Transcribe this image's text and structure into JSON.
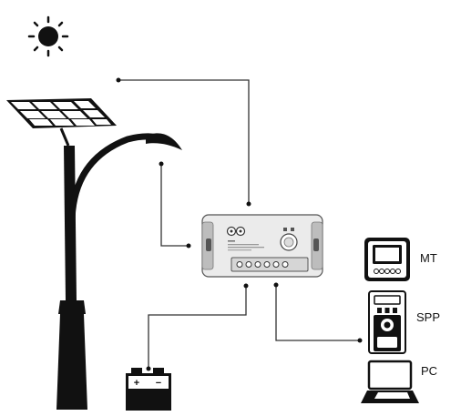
{
  "devices": {
    "mt": {
      "label": "MT",
      "icon": "meter-display-icon"
    },
    "spp": {
      "label": "SPP",
      "icon": "remote-module-icon"
    },
    "pc": {
      "label": "PC",
      "icon": "laptop-icon"
    }
  },
  "battery": {
    "plus": "+",
    "minus": "−"
  },
  "icons": {
    "sun": "sun-icon",
    "panel": "solar-panel-icon",
    "lamp": "street-lamp-icon",
    "controller": "charge-controller-icon",
    "battery": "battery-icon"
  },
  "colors": {
    "ink": "#111111",
    "line": "#333333",
    "controller_body": "#e9e9e9"
  }
}
